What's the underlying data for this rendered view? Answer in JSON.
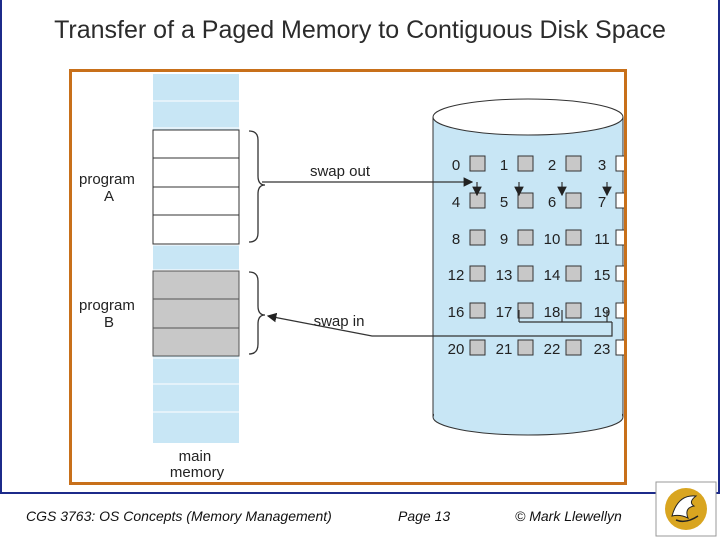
{
  "title": "Transfer of a Paged Memory to Contiguous Disk Space",
  "diagram": {
    "program_a": [
      "program",
      "A"
    ],
    "program_b": [
      "program",
      "B"
    ],
    "swap_out": "swap out",
    "swap_in": "swap in",
    "main_memory": [
      "main",
      "memory"
    ],
    "disk_blocks": [
      "0",
      "1",
      "2",
      "3",
      "4",
      "5",
      "6",
      "7",
      "8",
      "9",
      "10",
      "11",
      "12",
      "13",
      "14",
      "15",
      "16",
      "17",
      "18",
      "19",
      "20",
      "21",
      "22",
      "23"
    ],
    "colors": {
      "memory_blue": "#c8e6f5",
      "page_gray": "#c8c8c8",
      "border_orange": "#c8701a"
    }
  },
  "footer": {
    "course": "CGS 3763: OS Concepts (Memory Management)",
    "page": "Page 13",
    "author": "© Mark Llewellyn"
  },
  "logo": {
    "icon": "ucf-pegasus-logo"
  }
}
